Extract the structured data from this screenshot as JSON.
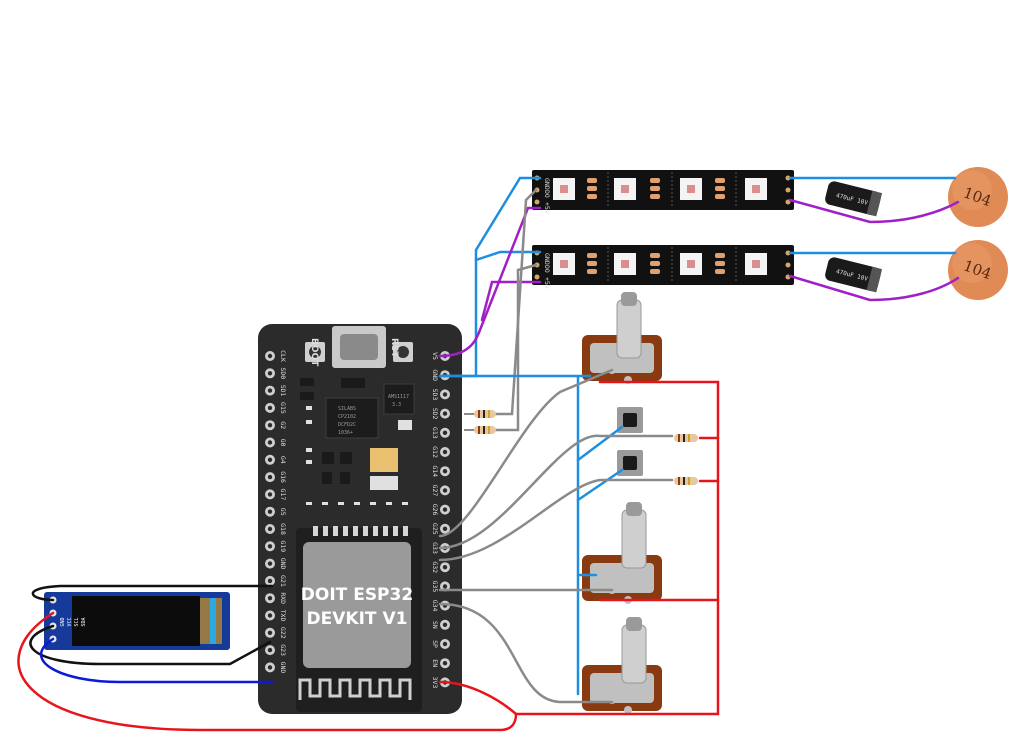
{
  "board": {
    "title_line1": "DOIT ESP32",
    "title_line2": "DEVKIT V1",
    "boot_label": "BOOT",
    "rst_label": "RST",
    "left_pins": [
      "CLK",
      "SD0",
      "SD1",
      "G15",
      "G2",
      "G0",
      "G4",
      "G16",
      "G17",
      "G5",
      "G18",
      "G19",
      "GND",
      "G21",
      "RXD",
      "TXD",
      "G22",
      "G23",
      "GND"
    ],
    "right_pins": [
      "V5",
      "GND",
      "SD3",
      "SD2",
      "G13",
      "G12",
      "G14",
      "G27",
      "G26",
      "G25",
      "G33",
      "G32",
      "G35",
      "G34",
      "SN",
      "SP",
      "EN",
      "3V3"
    ],
    "chip1_text": [
      "SILABS",
      "CP2102",
      "DCFD2C",
      "1036+"
    ],
    "chip2_text": [
      "AMS1117",
      "3.3"
    ]
  },
  "oled": {
    "pins": [
      "GND",
      "VCC",
      "SCL",
      "SDA"
    ]
  },
  "led_strips": {
    "pad_labels": [
      "GND",
      "DO",
      "+5V"
    ],
    "count": 2
  },
  "capacitors": {
    "electrolytic_label": "470uF 10V",
    "ceramic_label": "104"
  },
  "components": {
    "potentiometers": 3,
    "buttons": 2,
    "resistors": 4
  },
  "wire_colors": {
    "red": "#e8141b",
    "blue": "#1e8fe0",
    "purple": "#a020c8",
    "gray": "#8a8a8a",
    "black": "#111111",
    "dark_blue": "#0a1ad8"
  }
}
